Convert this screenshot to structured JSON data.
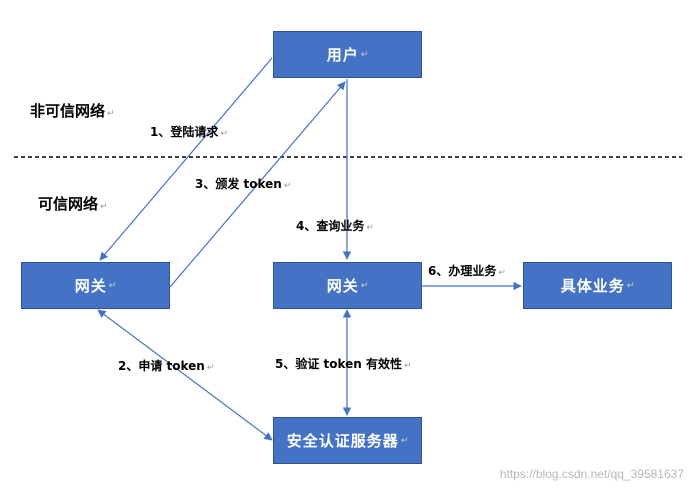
{
  "zones": {
    "untrusted": "非可信网络",
    "trusted": "可信网络"
  },
  "nodes": {
    "user": "用户",
    "gateway_left": "网关",
    "gateway_center": "网关",
    "business": "具体业务",
    "auth_server": "安全认证服务器"
  },
  "edges": {
    "e1": "1、登陆请求",
    "e2": "2、申请 token",
    "e3": "3、颁发 token",
    "e4": "4、查询业务",
    "e5": "5、验证 token 有效性",
    "e6": "6、办理业务"
  },
  "return_mark": "↵",
  "colors": {
    "node_fill": "#4472c4",
    "node_border": "#2f528f",
    "arrow": "#4472c4",
    "divider": "#000000"
  },
  "watermark": "https://blog.csdn.net/qq_39581637"
}
